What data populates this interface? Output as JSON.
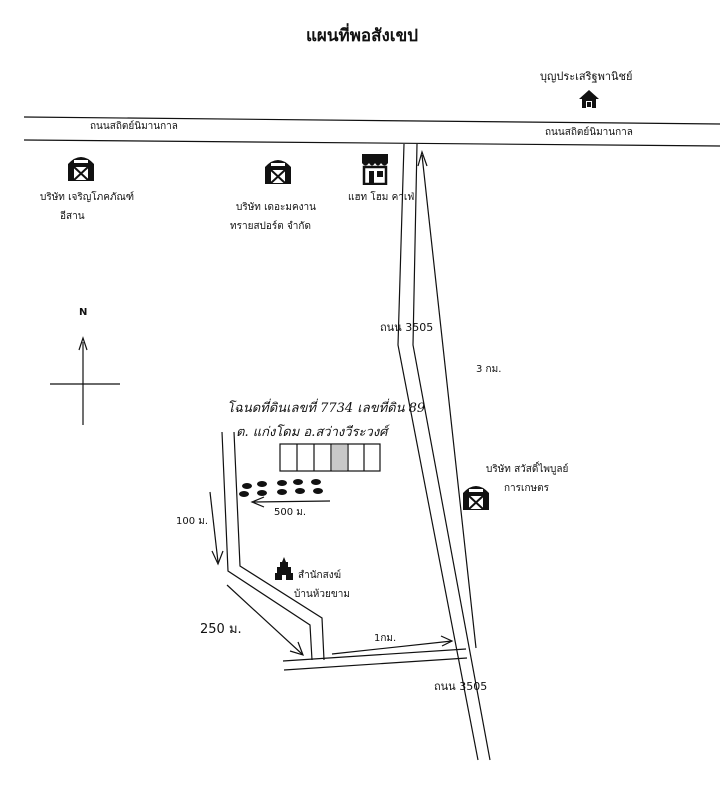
{
  "map": {
    "title": "แผนที่พอสังเขป",
    "roads": {
      "top_road_left": "ถนนสถิตย์นิมานกาล",
      "top_road_right": "ถนนสถิตย์นิมานกาล",
      "route_upper": "ถนน 3505",
      "route_lower": "ถนน 3505"
    },
    "distances": {
      "d_3km": "3 กม.",
      "d_500m": "500 ม.",
      "d_100m": "100 ม.",
      "d_250m": "250 ม.",
      "d_1km": "1กม."
    },
    "places": {
      "boonprasert": "บุญประเสริฐพานิชย์",
      "charoen_line1": "บริษัท เจริญโภคภัณฑ์",
      "charoen_line2": "อีสาน",
      "deja_line1": "บริษัท เดอะมคงาน",
      "deja_line2": "ทรายสปอร์ต จำกัด",
      "home_cafe": "แฮท โฮม คาเฟ่",
      "sawat_line1": "บริษัท สวัสดิ์ไพบูลย์",
      "sawat_line2": "การเกษตร",
      "temple_line1": "สำนักสงฆ์",
      "temple_line2": "บ้านห้วยขาม"
    },
    "compass": {
      "north": "N"
    },
    "handwritten": {
      "line1": "โฉนดที่ดินเลขที่ 7734 เลขที่ดิน 89",
      "line2": "ต. แก่งโดม อ.สว่างวีระวงศ์"
    },
    "icons": {
      "house": "house-icon",
      "barn": "barn-icon",
      "shop": "shop-icon",
      "temple": "temple-icon"
    },
    "colors": {
      "ink": "#111111",
      "plot_highlight": "#c8c8c8"
    }
  }
}
